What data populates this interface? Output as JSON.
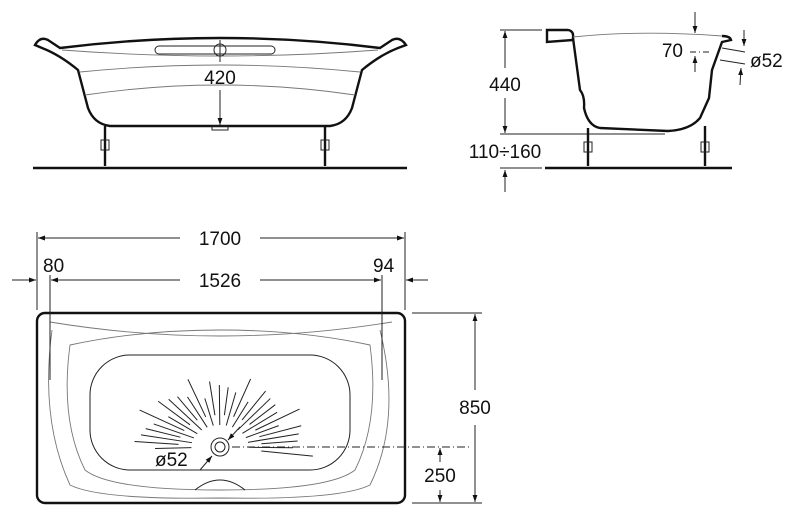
{
  "front_view": {
    "overflow_height": "420"
  },
  "side_view": {
    "height": "440",
    "overflow_offset": "70",
    "overflow_diameter": "ø52",
    "leg_height_range": "110÷160"
  },
  "plan_view": {
    "overall_length": "1700",
    "left_margin": "80",
    "inner_length": "1526",
    "right_margin": "94",
    "width": "850",
    "drain_diameter": "ø52",
    "drain_offset": "250"
  }
}
